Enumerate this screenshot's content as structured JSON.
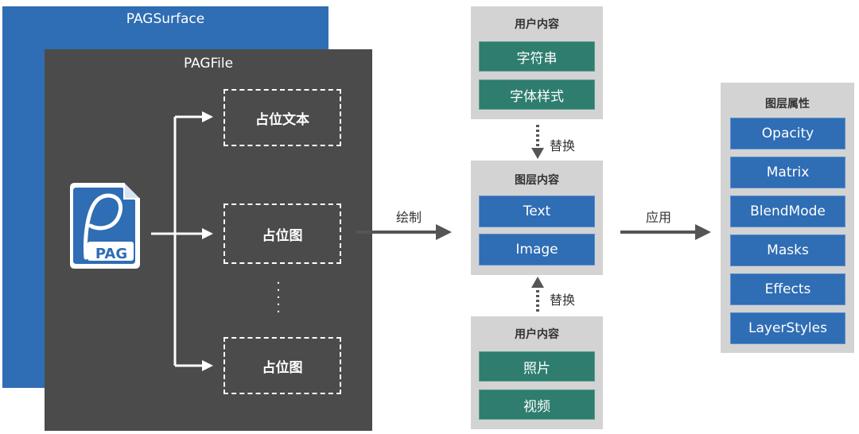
{
  "surface": {
    "title": "PAGSurface"
  },
  "file": {
    "title": "PAGFile",
    "logo_text": "PAG",
    "placeholders": [
      "占位文本",
      "占位图",
      "占位图"
    ]
  },
  "labels": {
    "draw": "绘制",
    "apply": "应用",
    "replace_top": "替换",
    "replace_bottom": "替换"
  },
  "user_content_top": {
    "title": "用户内容",
    "items": [
      "字符串",
      "字体样式"
    ]
  },
  "layer_content": {
    "title": "图层内容",
    "items": [
      "Text",
      "Image"
    ]
  },
  "user_content_bottom": {
    "title": "用户内容",
    "items": [
      "照片",
      "视频"
    ]
  },
  "layer_props": {
    "title": "图层属性",
    "items": [
      "Opacity",
      "Matrix",
      "BlendMode",
      "Masks",
      "Effects",
      "LayerStyles"
    ]
  },
  "colors": {
    "surface_blue": "#2f6db4",
    "file_gray": "#4b4b4b",
    "panel_gray": "#d3d3d3",
    "teal": "#2e7d6e",
    "blue_box": "#2f6db4",
    "arrow_gray": "#555555"
  }
}
